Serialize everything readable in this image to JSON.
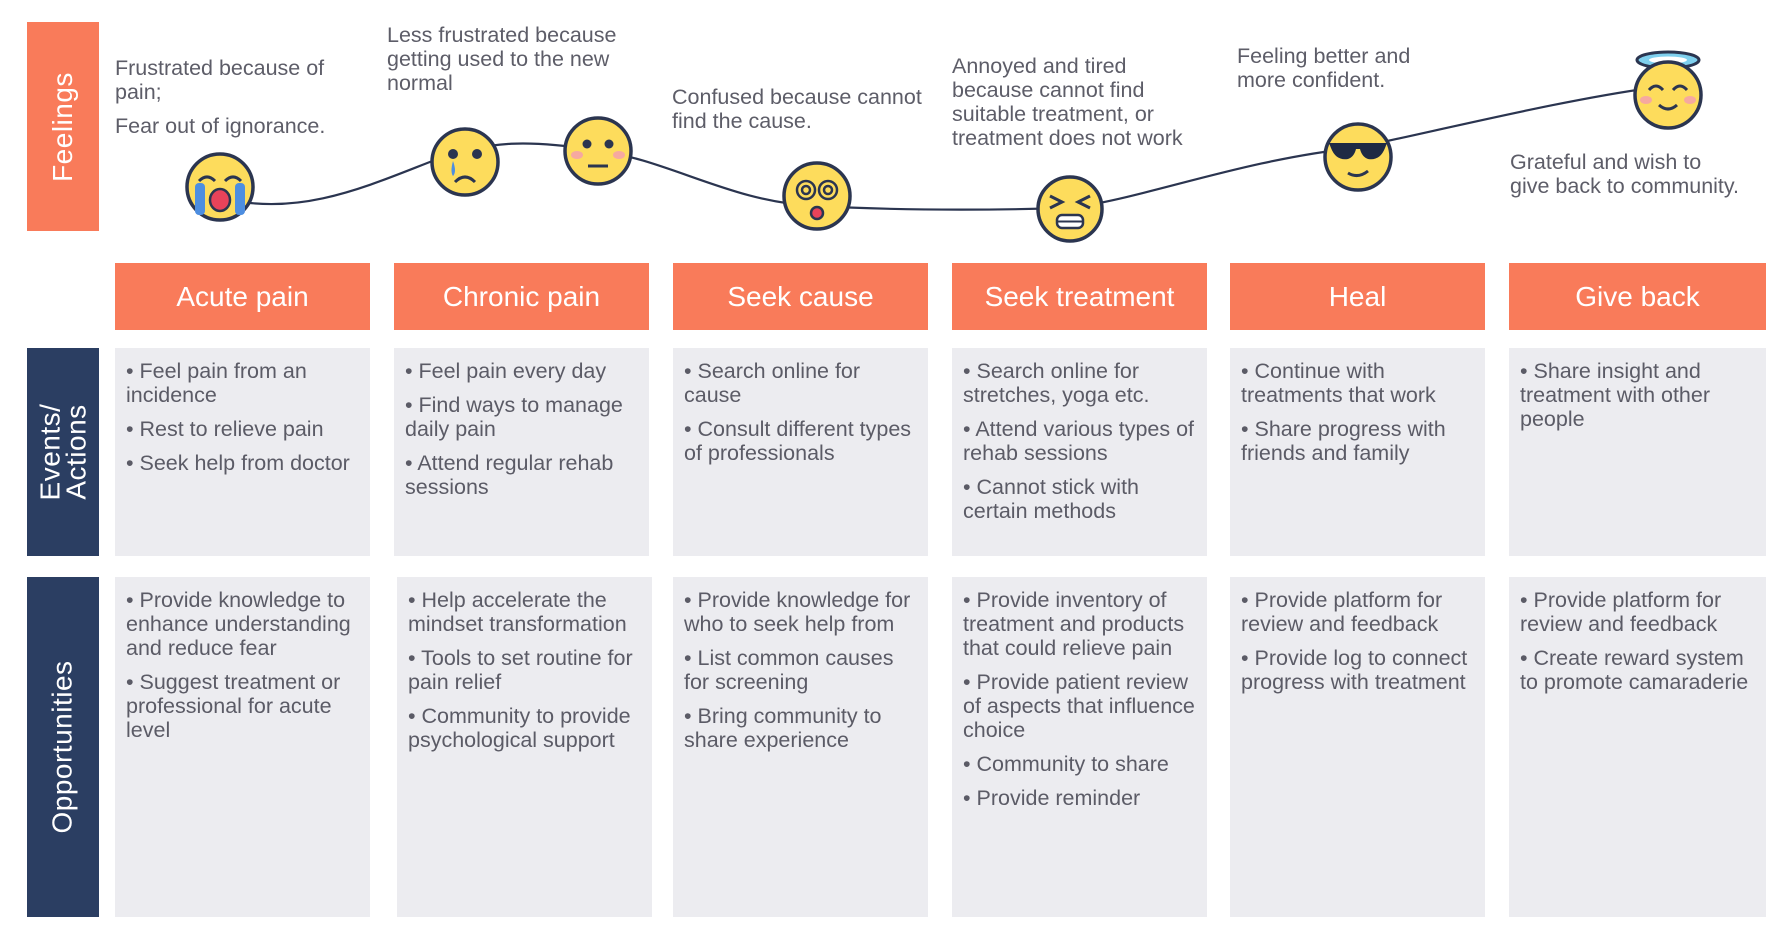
{
  "row_labels": {
    "feelings": "Feelings",
    "events": "Events/\nActions",
    "opportunities": "Opportunities"
  },
  "colors": {
    "accent": "#f97b5a",
    "navy": "#2b3e62",
    "cell_bg": "#ececf0",
    "emoji": "#fddc5c"
  },
  "stages": [
    {
      "name": "Acute pain",
      "feeling": [
        "Frustrated because of pain;",
        "Fear out of ignorance."
      ],
      "emoji": "crying-face-icon",
      "events": [
        "• Feel pain from an incidence",
        "• Rest to relieve pain",
        "• Seek help from doctor"
      ],
      "opportunities": [
        "• Provide knowledge to enhance understanding and reduce fear",
        "• Suggest treatment or professional for acute level"
      ]
    },
    {
      "name": "Chronic pain",
      "feeling": [
        "Less frustrated because getting used to the new normal"
      ],
      "emoji": "sad-face-icon",
      "events": [
        "• Feel pain every day",
        "• Find ways to manage daily pain",
        "• Attend regular rehab sessions"
      ],
      "opportunities": [
        "• Help accelerate the mindset transformation",
        "• Tools to set routine for pain relief",
        "• Community to provide psychological support"
      ]
    },
    {
      "name": "Seek cause",
      "feeling": [
        "Confused because cannot find the cause."
      ],
      "emoji": "dizzy-face-icon",
      "events": [
        "• Search online for cause",
        "• Consult different types of professionals"
      ],
      "opportunities": [
        "• Provide knowledge for who to seek help from",
        "• List common causes for screening",
        "• Bring community to share experience"
      ]
    },
    {
      "name": "Seek treatment",
      "feeling": [
        "Annoyed and tired because cannot find suitable treatment, or treatment does not work"
      ],
      "emoji": "tired-face-icon",
      "events": [
        "• Search online for stretches, yoga etc.",
        "• Attend various types of  rehab sessions",
        "• Cannot stick with certain methods"
      ],
      "opportunities": [
        "• Provide inventory of treatment and products that could relieve pain",
        "• Provide patient review of aspects that influence choice",
        "• Community to share",
        "• Provide reminder"
      ]
    },
    {
      "name": "Heal",
      "feeling": [
        "Feeling better and more confident."
      ],
      "emoji": "sunglasses-face-icon",
      "events": [
        "• Continue with treatments that work",
        "• Share progress with friends and family"
      ],
      "opportunities": [
        "• Provide platform for review and feedback",
        "• Provide log to connect progress with treatment"
      ]
    },
    {
      "name": "Give back",
      "feeling": [
        "Grateful and wish  to give back to community."
      ],
      "emoji": "halo-face-icon",
      "events": [
        "• Share insight and treatment with other people"
      ],
      "opportunities": [
        "• Provide platform for review and feedback",
        "• Create reward system to promote camaraderie"
      ]
    }
  ]
}
